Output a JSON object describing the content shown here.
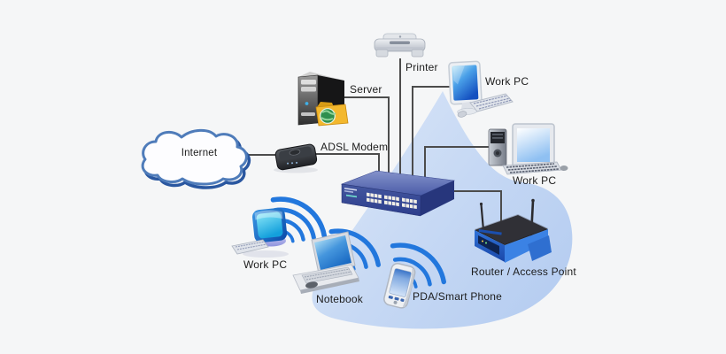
{
  "diagram": {
    "background_color": "#f5f6f7",
    "wireless_zone_color": "#c7d9f4",
    "cable_color": "#4c4c4c",
    "wifi_arc_color": "#2277dd",
    "nodes": {
      "internet": {
        "label": "Internet",
        "type": "cloud"
      },
      "adsl_modem": {
        "label": "ADSL Modem",
        "type": "modem"
      },
      "server": {
        "label": "Server",
        "type": "server-tower"
      },
      "printer": {
        "label": "Printer",
        "type": "printer"
      },
      "work_pc_top": {
        "label": "Work PC",
        "type": "desktop-pc"
      },
      "work_pc_right": {
        "label": "Work PC",
        "type": "desktop-pc"
      },
      "switch": {
        "label": "",
        "type": "24-port-switch"
      },
      "router": {
        "label": "Router / Access Point",
        "type": "wireless-router"
      },
      "work_pc_wireless": {
        "label": "Work PC",
        "type": "desktop-pc-wireless"
      },
      "notebook": {
        "label": "Notebook",
        "type": "laptop-wireless"
      },
      "pda": {
        "label": "PDA/Smart Phone",
        "type": "handheld-wireless"
      }
    },
    "wired_connections": [
      {
        "from": "internet",
        "to": "adsl_modem"
      },
      {
        "from": "adsl_modem",
        "to": "switch"
      },
      {
        "from": "server",
        "to": "switch"
      },
      {
        "from": "printer",
        "to": "switch"
      },
      {
        "from": "work_pc_top",
        "to": "switch"
      },
      {
        "from": "work_pc_right",
        "to": "switch"
      },
      {
        "from": "switch",
        "to": "router"
      }
    ],
    "wireless_nodes": [
      "work_pc_wireless",
      "notebook",
      "pda",
      "router"
    ]
  }
}
